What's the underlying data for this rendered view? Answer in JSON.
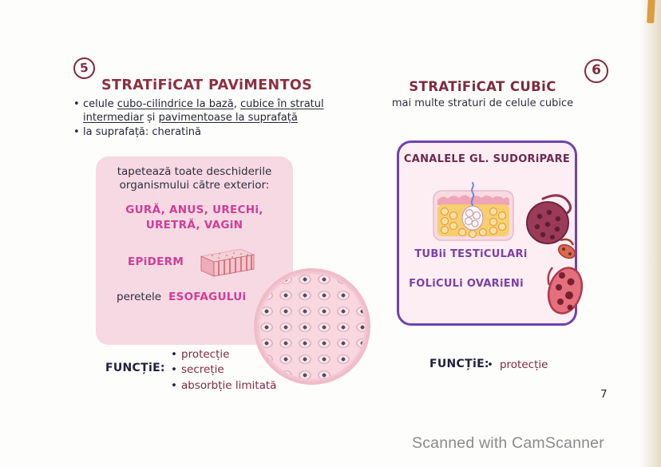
{
  "scan": {
    "scanner_credit": "Scanned with CamScanner",
    "page_number": "7"
  },
  "colors": {
    "maroon_heading": "#8d2f42",
    "magenta_text": "#cf3d96",
    "purple_text": "#7b3fa8",
    "dark_plum_text": "#6b2950",
    "purple_border": "#6f42b0",
    "pink_box_fill": "#f7d9e3",
    "ink": "#26263a"
  },
  "left": {
    "number": "5",
    "title": "STRATiFiCAT PAViMENTOS",
    "bullet1": {
      "seg0": "celule ",
      "seg1": "cubo-cilindrice la bază",
      "seg2": ", ",
      "seg3": "cubice în stratul intermediar",
      "seg4": " și ",
      "seg5": "pavimentoase la suprafață"
    },
    "bullet2": "la suprafață: cheratină",
    "box": {
      "intro1": "tapetează toate deschiderile",
      "intro2": "organismului către exterior:",
      "locations1": "GURĂ, ANUS, URECHi,",
      "locations2": "URETRĂ, VAGiN",
      "epiderm": "EPiDERM",
      "peretele": "peretele",
      "esofag": "ESOFAGULUi"
    },
    "functie_label": "FUNCȚiE:",
    "functie_items": [
      "protecție",
      "secreție",
      "absorbție limitată"
    ]
  },
  "right": {
    "number": "6",
    "title": "STRATiFiCAT CUBiC",
    "subtitle": "mai multe straturi de celule cubice",
    "box_items": [
      "CANALELE GL. SUDORiPARE",
      "TUBii TESTiCULARi",
      "FOLiCULi OVARiENi"
    ],
    "functie_label": "FUNCȚiE:",
    "functie_item": "protecție"
  }
}
